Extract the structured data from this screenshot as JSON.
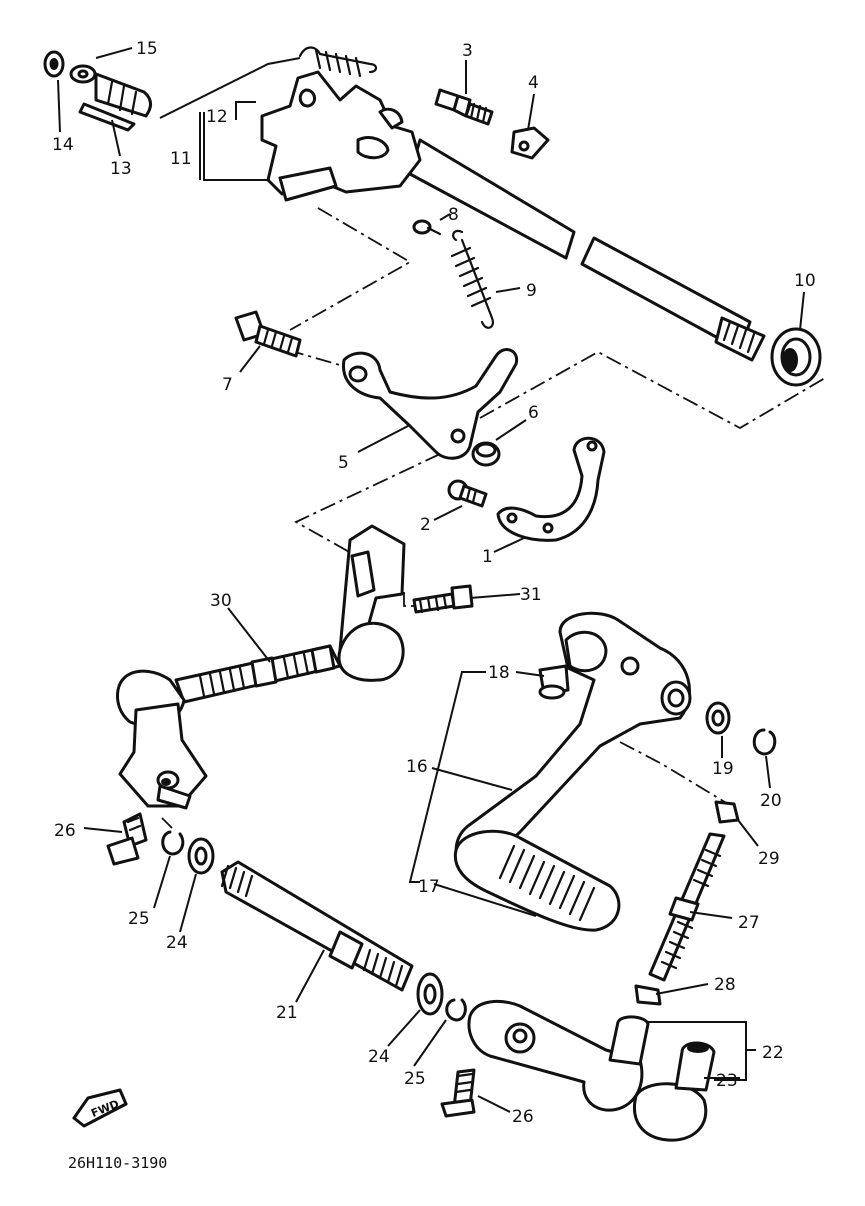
{
  "callouts": {
    "c1": "1",
    "c2": "2",
    "c3": "3",
    "c4": "4",
    "c5": "5",
    "c6": "6",
    "c7": "7",
    "c8": "8",
    "c9": "9",
    "c10": "10",
    "c11": "11",
    "c12": "12",
    "c13": "13",
    "c14": "14",
    "c15": "15",
    "c16": "16",
    "c17": "17",
    "c18": "18",
    "c19": "19",
    "c20": "20",
    "c21": "21",
    "c22": "22",
    "c23": "23",
    "c24a": "24",
    "c24b": "24",
    "c25a": "25",
    "c25b": "25",
    "c26a": "26",
    "c26b": "26",
    "c27": "27",
    "c28": "28",
    "c29": "29",
    "c30": "30",
    "c31": "31"
  },
  "direction_arrow": {
    "label": "FWD",
    "icon": "forward-arrow-icon"
  },
  "diagram_code": "26H110-3190"
}
